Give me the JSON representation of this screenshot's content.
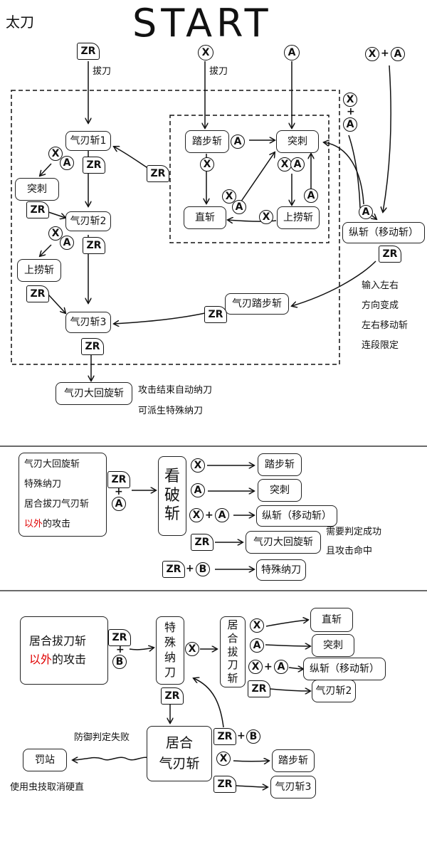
{
  "header": {
    "weapon": "太刀",
    "title": "START"
  },
  "buttons": {
    "zr": "ZR",
    "x": "X",
    "a": "A",
    "b": "B",
    "plus": "+"
  },
  "section1": {
    "start_draw_label": "拔刀",
    "nodes": {
      "spirit_slash_1": "气刃斩1",
      "spirit_slash_2": "气刃斩2",
      "spirit_slash_3": "气刃斩3",
      "thrust_left": "突刺",
      "rising_slash_left": "上捞斩",
      "step_slash": "踏步斩",
      "thrust": "突刺",
      "vertical_slash": "直斩",
      "rising_slash": "上捞斩",
      "fade_slash": "纵斩（移动斩）",
      "spirit_step_slash": "气刃踏步斩",
      "spirit_roundslash": "气刃大回旋斩"
    },
    "notes": {
      "direction_lines": [
        "输入左右",
        "方向变成",
        "左右移动斩",
        "连段限定"
      ],
      "roundslash_lines": [
        "攻击结束自动纳刀",
        "可派生特殊纳刀"
      ]
    }
  },
  "section2": {
    "source_lines": [
      "气刃大回旋斩",
      "特殊纳刀",
      "居合拔刀气刃斩"
    ],
    "source_last_red": "以外",
    "source_last_rest": "的攻击",
    "foresight_chars": [
      "看",
      "破",
      "斩"
    ],
    "outputs": [
      "踏步斩",
      "突刺",
      "纵斩（移动斩）",
      "气刃大回旋斩",
      "特殊纳刀"
    ],
    "note_lines": [
      "需要判定成功",
      "且攻击命中"
    ]
  },
  "section3": {
    "source_line1": "居合拔刀斩",
    "source_red": "以外",
    "source_rest": "的攻击",
    "sheathe_chars": [
      "特",
      "殊",
      "纳",
      "刀"
    ],
    "iai_chars": [
      "居",
      "合",
      "拔",
      "刀",
      "斩"
    ],
    "outputs": [
      "直斩",
      "突刺",
      "纵斩（移动斩）",
      "气刃斩2"
    ],
    "iai_spirit_lines": [
      "居合",
      "气刃斩"
    ],
    "iai_outputs": [
      "踏步斩",
      "气刃斩3"
    ],
    "fail_label": "防御判定失败",
    "stagger": "罚站",
    "wirebug_note": "使用虫技取消硬直"
  }
}
